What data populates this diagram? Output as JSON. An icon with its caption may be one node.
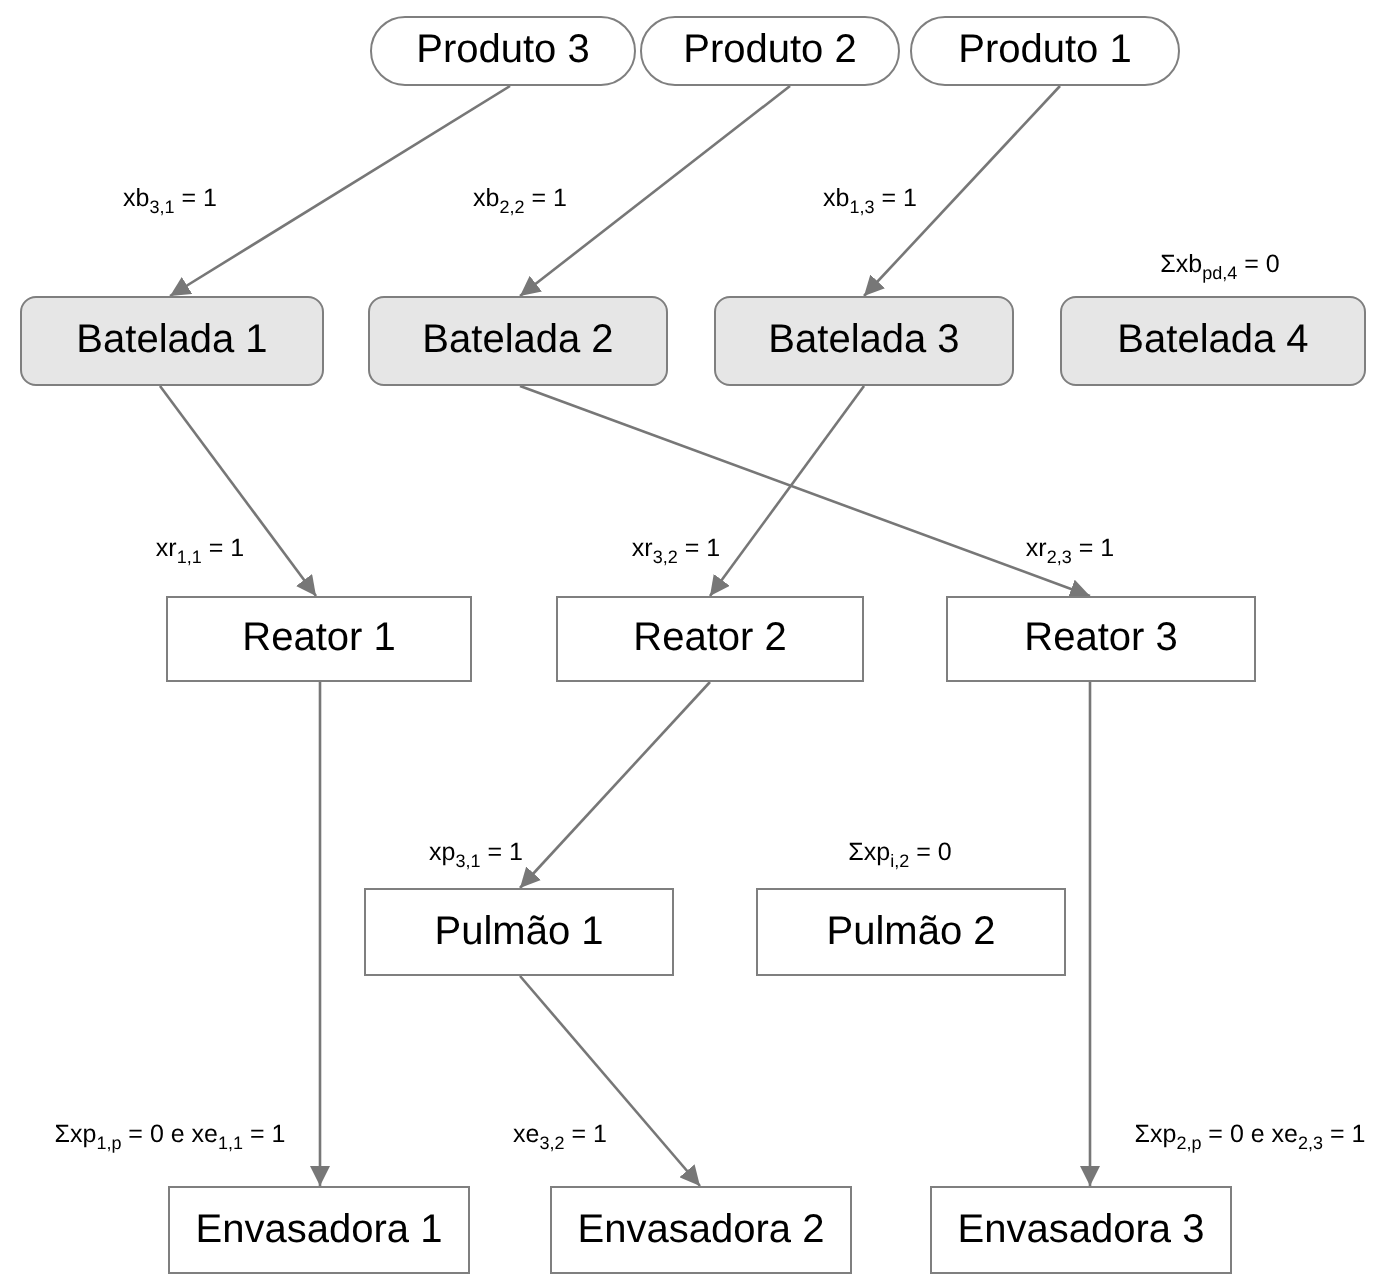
{
  "diagram": {
    "nodes": [
      {
        "text": [
          "Produto 3"
        ]
      },
      {
        "text": [
          "Produto 2"
        ]
      },
      {
        "text": [
          "Produto 1"
        ]
      },
      {
        "text": [
          "Batelada 1"
        ]
      },
      {
        "text": [
          "Batelada 2"
        ]
      },
      {
        "text": [
          "Batelada 3"
        ]
      },
      {
        "text": [
          "Batelada 4"
        ],
        "beside": [
          "Σxb$_{pd,4}$ = 0"
        ]
      },
      {
        "text": [
          "Reator 1"
        ]
      },
      {
        "text": [
          "Reator 2"
        ]
      },
      {
        "text": [
          "Reator 3"
        ]
      },
      {
        "text": [
          "Pulmão 1"
        ]
      },
      {
        "text": [
          "Pulmão 2"
        ],
        "beside": [
          "Σxp$_{i,2}$ = 0"
        ]
      },
      {
        "text": [
          "Envasadora 1"
        ]
      },
      {
        "text": [
          "Envasadora 2"
        ]
      },
      {
        "text": [
          "Envasadora 3"
        ]
      }
    ],
    "edges": [
      {
        "from": 0,
        "to": 3,
        "arrow": "to",
        "label": "xb$_{3,1}$ = 1"
      },
      {
        "from": 1,
        "to": 4,
        "arrow": "to",
        "label": "xb$_{2,2}$ = 1"
      },
      {
        "from": 2,
        "to": 5,
        "arrow": "to",
        "label": "xb$_{1,3}$ = 1"
      },
      {
        "from": 3,
        "to": 7,
        "arrow": "to",
        "label": "xr$_{1,1}$ = 1"
      },
      {
        "from": 5,
        "to": 8,
        "arrow": "to",
        "label": "xr$_{3,2}$ = 1"
      },
      {
        "from": 4,
        "to": 9,
        "arrow": "to",
        "label": "xr$_{2,3}$ = 1"
      },
      {
        "from": 8,
        "to": 10,
        "arrow": "to",
        "label": "xp$_{3,1}$ = 1"
      },
      {
        "from": 7,
        "to": 12,
        "arrow": "to",
        "label": "Σxp$_{1,p}$ = 0 e xe$_{1,1}$ = 1"
      },
      {
        "from": 10,
        "to": 13,
        "arrow": "to",
        "label": "xe$_{3,2}$ = 1"
      },
      {
        "from": 9,
        "to": 14,
        "arrow": "to",
        "label": "Σxp$_{2,p}$ = 0 e xe$_{2,3}$ = 1"
      }
    ]
  }
}
